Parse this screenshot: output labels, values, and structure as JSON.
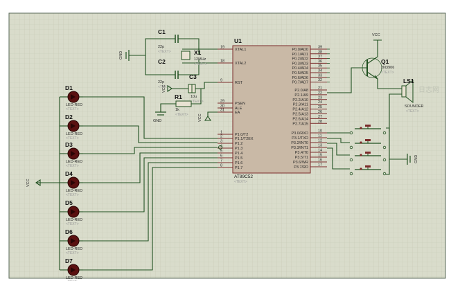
{
  "mcu": {
    "ref": "U1",
    "part": "AT89C52",
    "text_placeholder": "<TEXT>",
    "left_pins": [
      {
        "num": "19",
        "name": "XTAL1"
      },
      {
        "num": "18",
        "name": "XTAL2"
      },
      {
        "num": "9",
        "name": "RST"
      },
      {
        "num": "29",
        "name": "PSEN"
      },
      {
        "num": "30",
        "name": "ALE"
      },
      {
        "num": "31",
        "name": "EA"
      },
      {
        "num": "1",
        "name": "P1.0/T2"
      },
      {
        "num": "2",
        "name": "P1.1/T2EX"
      },
      {
        "num": "3",
        "name": "P1.2"
      },
      {
        "num": "4",
        "name": "P1.3"
      },
      {
        "num": "5",
        "name": "P1.4"
      },
      {
        "num": "6",
        "name": "P1.5"
      },
      {
        "num": "7",
        "name": "P1.6"
      },
      {
        "num": "8",
        "name": "P1.7"
      }
    ],
    "right_pins": [
      {
        "num": "39",
        "name": "P0.0/AD0"
      },
      {
        "num": "38",
        "name": "P0.1/AD1"
      },
      {
        "num": "37",
        "name": "P0.2/AD2"
      },
      {
        "num": "36",
        "name": "P0.3/AD3"
      },
      {
        "num": "35",
        "name": "P0.4/AD4"
      },
      {
        "num": "34",
        "name": "P0.5/AD5"
      },
      {
        "num": "33",
        "name": "P0.6/AD6"
      },
      {
        "num": "32",
        "name": "P0.7/AD7"
      },
      {
        "num": "21",
        "name": "P2.0/A8"
      },
      {
        "num": "22",
        "name": "P2.1/A9"
      },
      {
        "num": "23",
        "name": "P2.2/A10"
      },
      {
        "num": "24",
        "name": "P2.3/A11"
      },
      {
        "num": "25",
        "name": "P2.4/A12"
      },
      {
        "num": "26",
        "name": "P2.5/A13"
      },
      {
        "num": "27",
        "name": "P2.6/A14"
      },
      {
        "num": "28",
        "name": "P2.7/A15"
      },
      {
        "num": "10",
        "name": "P3.0/RXD"
      },
      {
        "num": "11",
        "name": "P3.1/TXD"
      },
      {
        "num": "12",
        "name": "P3.2/INT0"
      },
      {
        "num": "13",
        "name": "P3.3/INT1"
      },
      {
        "num": "14",
        "name": "P3.4/T0"
      },
      {
        "num": "15",
        "name": "P3.5/T1"
      },
      {
        "num": "16",
        "name": "P3.6/WR"
      },
      {
        "num": "17",
        "name": "P3.7/RD"
      }
    ]
  },
  "components": {
    "c1": {
      "ref": "C1",
      "value": "22p",
      "text": "<TEXT>"
    },
    "c2": {
      "ref": "C2",
      "value": "22p",
      "text": "<TEXT>"
    },
    "c3": {
      "ref": "C3",
      "value": "10u",
      "text": "<TEXT>"
    },
    "x1": {
      "ref": "X1",
      "value": "12MHz",
      "text": "<TEXT>"
    },
    "r1": {
      "ref": "R1",
      "value": "1k",
      "text": "<TEXT>"
    },
    "q1": {
      "ref": "Q1",
      "value": "2N3906",
      "text": "<TEXT>"
    },
    "ls1": {
      "ref": "LS1",
      "value": "SOUNDER",
      "text": "<TEXT>"
    }
  },
  "leds": [
    {
      "ref": "D1",
      "value": "LED-RED",
      "text": "<TEXT>"
    },
    {
      "ref": "D2",
      "value": "LED-RED",
      "text": "<TEXT>"
    },
    {
      "ref": "D3",
      "value": "LED-RED",
      "text": "<TEXT>"
    },
    {
      "ref": "D4",
      "value": "LED-RED",
      "text": "<TEXT>"
    },
    {
      "ref": "D5",
      "value": "LED-RED",
      "text": "<TEXT>"
    },
    {
      "ref": "D6",
      "value": "LED-RED",
      "text": "<TEXT>"
    },
    {
      "ref": "D7",
      "value": "LED-RED",
      "text": "<TEXT>"
    }
  ],
  "power": {
    "vcc_label": "VCC",
    "gnd_label": "GND"
  },
  "watermark": "日志网",
  "colors": {
    "sheet_bg": "#d9dccb",
    "grid": "#c6c9b6",
    "border": "#5a6a5a",
    "wire": "#1f4f1f",
    "ic_body": "#c9b9a6",
    "ic_border": "#7a2a2a",
    "led_body": "#5a1010"
  }
}
